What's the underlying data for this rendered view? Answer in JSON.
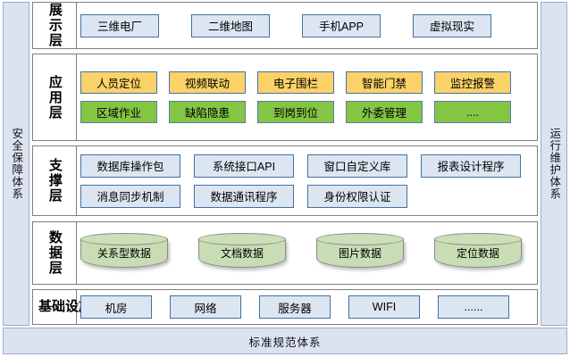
{
  "pillars": {
    "left": {
      "name": "security-assurance-system",
      "text": "安全保障体系"
    },
    "right": {
      "name": "operation-maintenance-system",
      "text": "运行维护体系"
    }
  },
  "bottom_bar": {
    "text": "标准规范体系"
  },
  "colors": {
    "blue_fill": "#DCE6F2",
    "blue_border": "#44709F",
    "orange_fill": "#FBD268",
    "orange_border": "#4472A8",
    "green_fill": "#84C544",
    "green_border": "#5A7EA8",
    "cylinder_fill": "#C8DDB3",
    "cylinder_border": "#8A8A8A",
    "pillar_fill": "#DCE3F0",
    "pillar_border": "#9AACCB",
    "layer_border": "#7F7F7F"
  },
  "layers": [
    {
      "id": "presentation",
      "label": "展示层",
      "rows": [
        {
          "style": "blue",
          "items": [
            "三维电厂",
            "二维地图",
            "手机APP",
            "虚拟现实"
          ]
        }
      ]
    },
    {
      "id": "application",
      "label": "应用层",
      "rows": [
        {
          "style": "orange",
          "items": [
            "人员定位",
            "视频联动",
            "电子围栏",
            "智能门禁",
            "监控报警"
          ]
        },
        {
          "style": "green",
          "items": [
            "区域作业",
            "缺陷隐患",
            "到岗到位",
            "外委管理",
            "...."
          ]
        }
      ]
    },
    {
      "id": "support",
      "label": "支撑层",
      "rows": [
        {
          "style": "blue",
          "items": [
            "数据库操作包",
            "系统接口API",
            "窗口自定义库",
            "报表设计程序"
          ]
        },
        {
          "style": "blue",
          "items": [
            "消息同步机制",
            "数据通讯程序",
            "身份权限认证"
          ]
        }
      ]
    },
    {
      "id": "data",
      "label": "数据层",
      "cylinders": [
        "关系型数据",
        "文档数据",
        "图片数据",
        "定位数据"
      ]
    },
    {
      "id": "infrastructure",
      "label": "基础设施",
      "rows": [
        {
          "style": "blue",
          "items": [
            "机房",
            "网络",
            "服务器",
            "WIFI",
            "......"
          ]
        }
      ]
    }
  ]
}
